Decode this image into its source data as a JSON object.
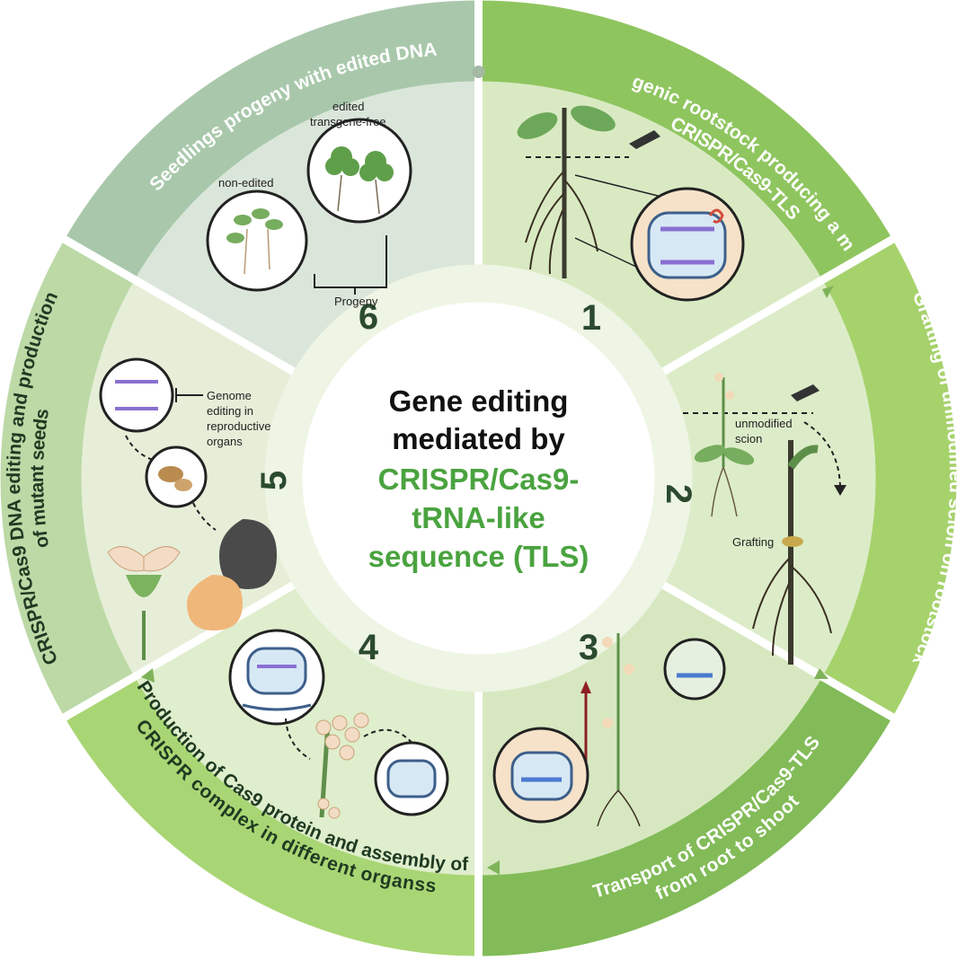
{
  "center_title": {
    "line1": "Gene editing",
    "line2": "mediated by",
    "line3": "CRISPR/Cas9-",
    "line4": "tRNA-like",
    "line5": "sequence (TLS)"
  },
  "steps": [
    {
      "number": "1",
      "ring_label_line1": "Transgenic rootstock producing a mobile",
      "ring_label_line2": "CRISPR/Cas9-TLS"
    },
    {
      "number": "2",
      "ring_label_line1": "Grafting of unmodified scion on rootstock",
      "ring_label_line2": ""
    },
    {
      "number": "3",
      "ring_label_line1": "Transport of CRISPR/Cas9-TLS",
      "ring_label_line2": "from root to shoot"
    },
    {
      "number": "4",
      "ring_label_line1": "Production of Cas9 protein and assembly of",
      "ring_label_line2": "CRISPR complex in different organss"
    },
    {
      "number": "5",
      "ring_label_line1": "CRISPR/Cas9 DNA editing and production",
      "ring_label_line2": "of mutant seeds"
    },
    {
      "number": "6",
      "ring_label_line1": "Seedlings progeny with edited DNA",
      "ring_label_line2": ""
    }
  ],
  "annotations": {
    "unmodified_scion_line1": "unmodified",
    "unmodified_scion_line2": "scion",
    "grafting": "Grafting",
    "genome_editing_line1": "Genome",
    "genome_editing_line2": "editing in",
    "genome_editing_line3": "reproductive",
    "genome_editing_line4": "organs",
    "non_edited": "non-edited",
    "edited_line1": "edited",
    "edited_line2": "transgene-free",
    "progeny": "Progeny"
  },
  "colors": {
    "ring_sector_1": "#8fc55f",
    "ring_sector_2": "#a6d26c",
    "ring_sector_3": "#82bb58",
    "ring_sector_4": "#a9d674",
    "ring_sector_5": "#bcd9a6",
    "ring_sector_6": "#a9c8ab",
    "accent_green": "#4aa33f"
  }
}
